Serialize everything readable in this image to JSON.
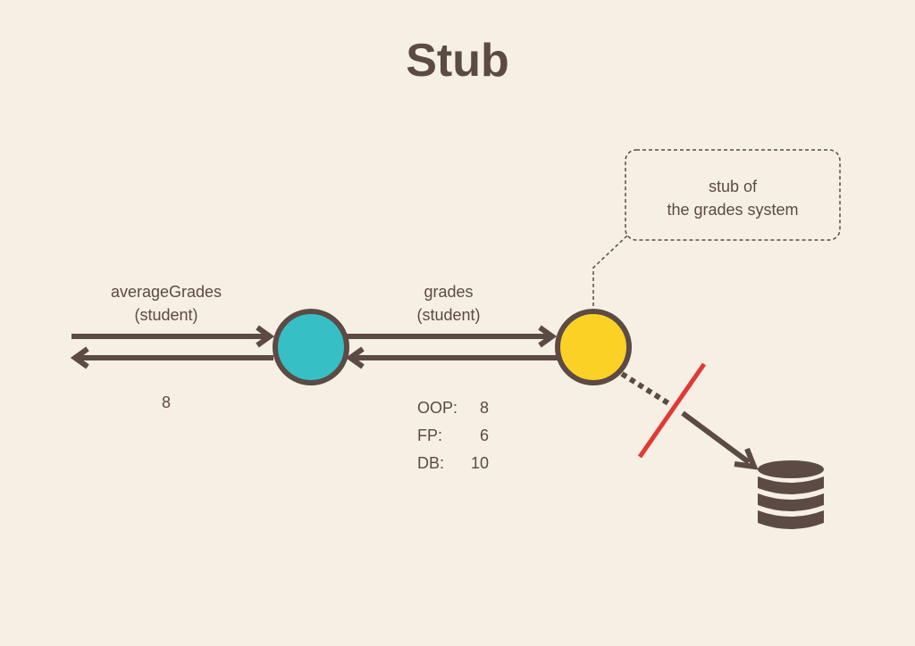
{
  "title": "Stub",
  "left_call": {
    "name": "averageGrades",
    "arg": "(student)",
    "result": "8"
  },
  "middle_call": {
    "name": "grades",
    "arg": "(student)"
  },
  "grades_table": [
    {
      "subject": "OOP:",
      "grade": "8"
    },
    {
      "subject": "FP:",
      "grade": "6"
    },
    {
      "subject": "DB:",
      "grade": "10"
    }
  ],
  "callout": {
    "line1": "stub of",
    "line2": "the grades system"
  },
  "colors": {
    "line": "#5c4a45",
    "unit_under_test": "#36bfc4",
    "stub": "#fbd126",
    "blocked": "#e03a35",
    "background": "#f6efe4"
  },
  "icons": {
    "database": "database-icon"
  }
}
